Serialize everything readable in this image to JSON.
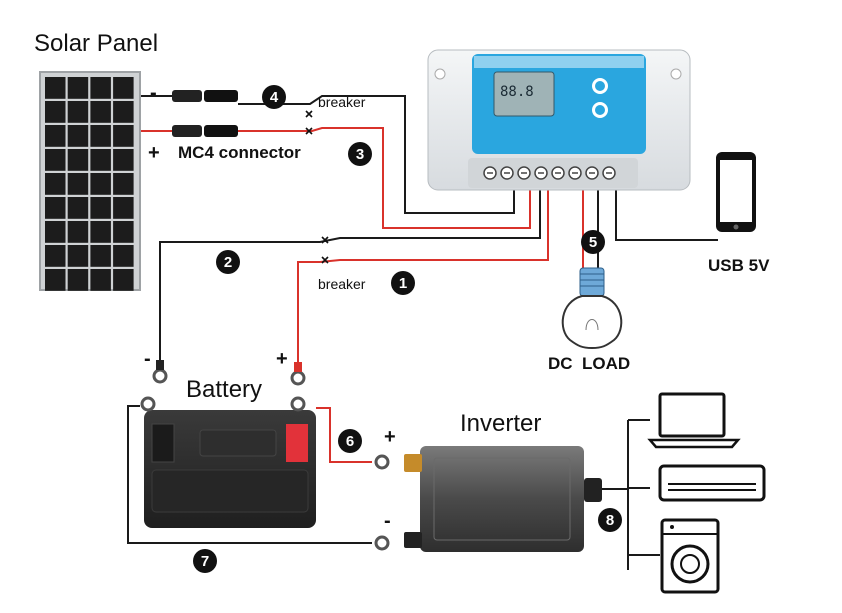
{
  "labels": {
    "solar_panel": "Solar Panel",
    "mc4_connector": "MC4 connector",
    "breaker_top": "breaker",
    "breaker_bottom": "breaker",
    "battery": "Battery",
    "inverter": "Inverter",
    "usb": "USB 5V",
    "dc_load": "DC  LOAD"
  },
  "polarity": {
    "solar_neg": "-",
    "solar_pos": "+",
    "battery_neg": "-",
    "battery_pos": "+",
    "inverter_pos": "+",
    "inverter_neg": "-"
  },
  "steps": {
    "s1": "1",
    "s2": "2",
    "s3": "3",
    "s4": "4",
    "s5": "5",
    "s6": "6",
    "s7": "7",
    "s8": "8"
  },
  "colors": {
    "positive_wire": "#d9322b",
    "negative_wire": "#1a1a1a",
    "controller_body": "#e9ecef",
    "controller_panel": "#2aa6df",
    "solar_cell": "#1c1c1c",
    "battery_body": "#2b2b2b",
    "battery_pos_terminal": "#e2323a",
    "inverter_body": "#4a4a4a"
  },
  "icons": [
    "solar-panel-icon",
    "charge-controller-icon",
    "smartphone-icon",
    "light-bulb-icon",
    "battery-icon",
    "inverter-icon",
    "laptop-icon",
    "air-conditioner-icon",
    "washing-machine-icon"
  ]
}
